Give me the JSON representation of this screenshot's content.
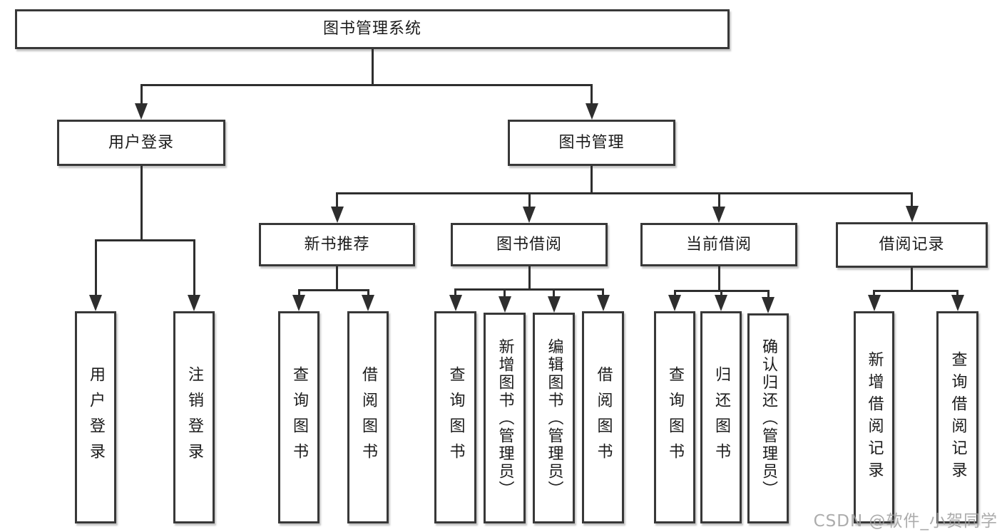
{
  "diagram": {
    "watermark": "CSDN @软件_小贺同学",
    "colors": {
      "background": "#ffffff",
      "box_border": "#383838",
      "connector_line": "#2e2e2e",
      "text": "#1b1b1b",
      "watermark_text": "#9e9e9e"
    },
    "tree": {
      "id": "root",
      "label": "图书管理系统",
      "children": [
        {
          "id": "user-login",
          "label": "用户登录",
          "children": [
            {
              "id": "user-login-leaf",
              "label": "用户登录"
            },
            {
              "id": "logout-leaf",
              "label": "注销登录"
            }
          ]
        },
        {
          "id": "book-management",
          "label": "图书管理",
          "children": [
            {
              "id": "new-book-recommend",
              "label": "新书推荐",
              "children": [
                {
                  "id": "query-books-1",
                  "label": "查询图书"
                },
                {
                  "id": "borrow-books-1",
                  "label": "借阅图书"
                }
              ]
            },
            {
              "id": "book-borrowing",
              "label": "图书借阅",
              "children": [
                {
                  "id": "query-books-2",
                  "label": "查询图书"
                },
                {
                  "id": "add-books-admin",
                  "label": "新增图书（管理员）"
                },
                {
                  "id": "edit-books-admin",
                  "label": "编辑图书（管理员）"
                },
                {
                  "id": "borrow-books-2",
                  "label": "借阅图书"
                }
              ]
            },
            {
              "id": "current-borrowing",
              "label": "当前借阅",
              "children": [
                {
                  "id": "query-books-3",
                  "label": "查询图书"
                },
                {
                  "id": "return-books",
                  "label": "归还图书"
                },
                {
                  "id": "confirm-return-admin",
                  "label": "确认归还（管理员）"
                }
              ]
            },
            {
              "id": "borrowing-records",
              "label": "借阅记录",
              "children": [
                {
                  "id": "add-borrow-record",
                  "label": "新增借阅记录"
                },
                {
                  "id": "query-borrow-record",
                  "label": "查询借阅记录"
                }
              ]
            }
          ]
        }
      ]
    }
  }
}
